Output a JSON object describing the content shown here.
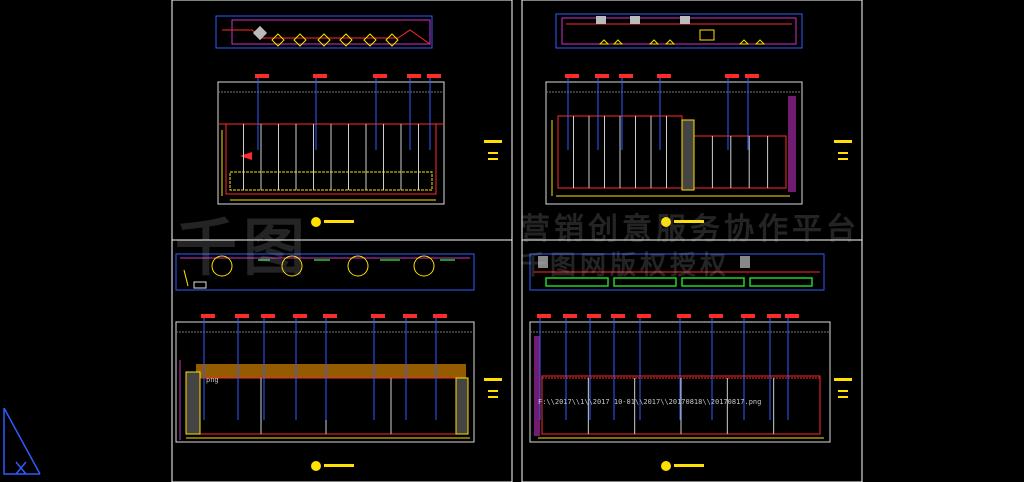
{
  "watermark": {
    "logo_text": "千图",
    "slogan_line1": "营销创意服务协作平台",
    "slogan_line2": "千图网版权授权"
  },
  "drawing_labels": {
    "file_path": "F:\\\\2017\\\\1\\\\2017 10-01\\\\2017\\\\20170818\\\\20170817.png",
    "stub_text": "png"
  },
  "colors": {
    "background": "#000000",
    "frame": "#ffffff",
    "blue": "#2f5bff",
    "red": "#ff2a2a",
    "yellow": "#ffe000",
    "green": "#1fd12b",
    "magenta": "#cc33cc",
    "gray": "#9a9a9a"
  }
}
